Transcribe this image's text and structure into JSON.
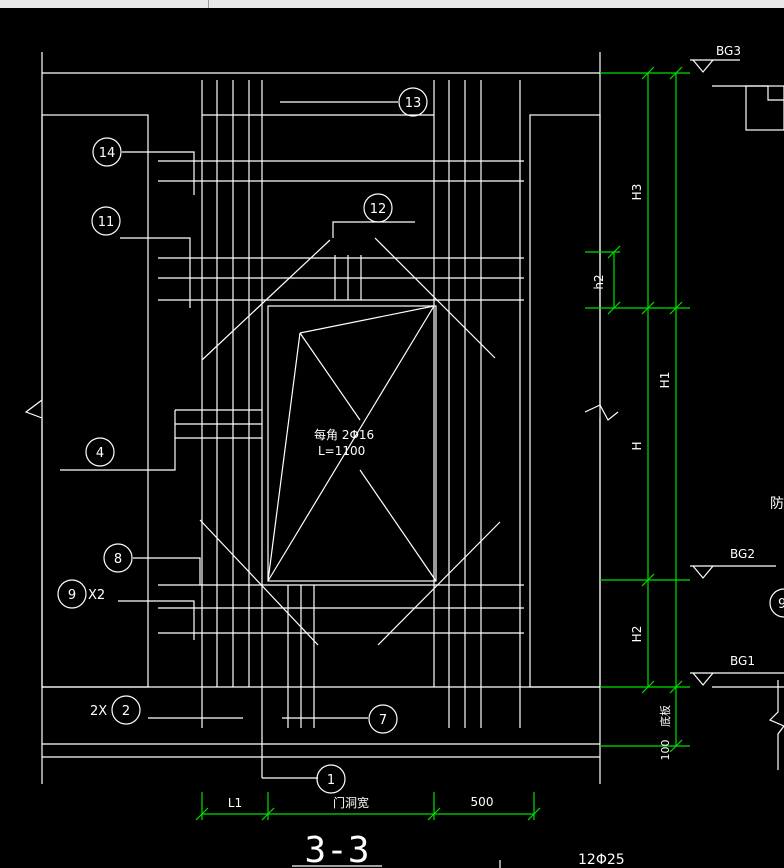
{
  "drawing": {
    "bubbles": {
      "n13": "13",
      "n14": "14",
      "n11": "11",
      "n12": "12",
      "n4": "4",
      "n8": "8",
      "n9": "9",
      "n2": "2",
      "n7": "7",
      "n1": "1"
    },
    "prefix_left": {
      "x2_after_9": "X2",
      "x2_before_2": "2X"
    },
    "center_note": {
      "line1": "每角 2Φ16",
      "line2": "L=1100"
    },
    "vertical_dims": {
      "h3": "H3",
      "h2_small": "h2",
      "h1": "H1",
      "h": "H",
      "h2_big": "H2",
      "floor_thickness": "底板",
      "bottom": "100"
    },
    "elevation_marks": {
      "bg3": "BG3",
      "bg2": "BG2",
      "bg1": "BG1"
    },
    "bottom_dims": {
      "l1": "L1",
      "door_width": "门洞宽",
      "d500": "500"
    },
    "section_title": "3-3",
    "rebar_note": "12Φ25",
    "right_edge": {
      "char": "防",
      "bubble_9": "9"
    }
  },
  "colors": {
    "background": "#000000",
    "lines": "#ffffff",
    "dimension": "#00e000"
  }
}
